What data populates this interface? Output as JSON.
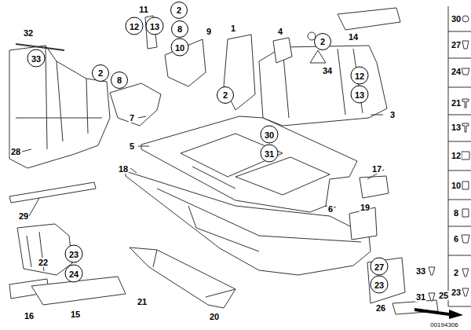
{
  "diagram": {
    "labels": [
      "11",
      "2",
      "30",
      "32",
      "12",
      "13",
      "8",
      "9",
      "1",
      "4",
      "14",
      "2",
      "27",
      "10",
      "33",
      "34",
      "24",
      "2",
      "8",
      "12",
      "13",
      "2",
      "21",
      "3",
      "7",
      "13",
      "30",
      "28",
      "5",
      "31",
      "12",
      "17",
      "18",
      "10",
      "19",
      "6",
      "29",
      "8",
      "6",
      "23",
      "22",
      "27",
      "33",
      "2",
      "24",
      "23",
      "23",
      "31",
      "25",
      "26",
      "21",
      "16",
      "15",
      "20",
      "00194306"
    ]
  }
}
